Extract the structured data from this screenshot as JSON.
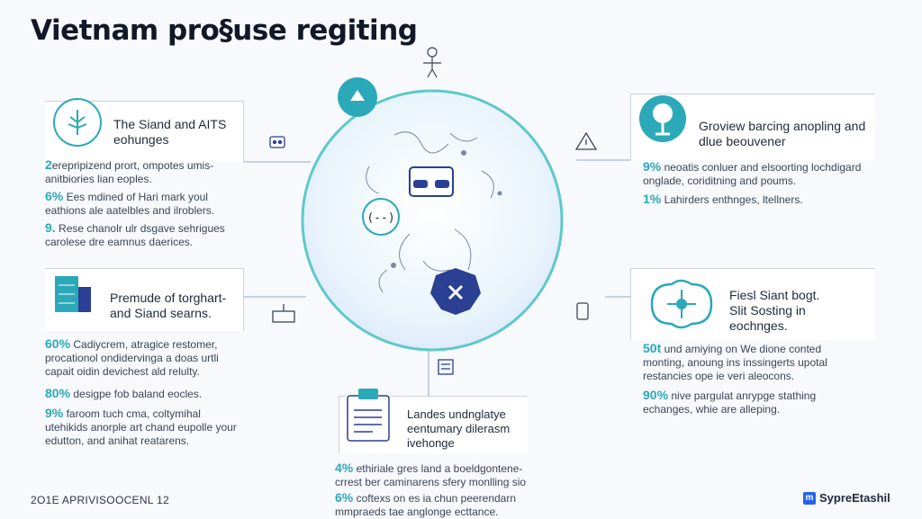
{
  "title": "Vietnam pro§use regiting",
  "footer": {
    "left": "2O1E APRIVISOOCENL 12",
    "brand": "SypreEtashil",
    "brand_logo": "m"
  },
  "colors": {
    "teal": "#2ba9b8",
    "navy": "#2b3f93",
    "line": "#b8c4d3",
    "circle_edge": "#5ec9c9"
  },
  "cards": [
    {
      "id": "top-left",
      "icon": "tree-icon",
      "title": [
        "The Siand and AITS",
        "eohunges"
      ],
      "stats": [
        {
          "pct": "2",
          "text": [
            "erepripizend prort, ompotes umis-",
            "anitbiories lian eoples."
          ]
        },
        {
          "pct": "6%",
          "text": [
            "Ees mdined of Hari mark youl",
            "eathions ale aatelbles and ilroblers."
          ]
        },
        {
          "pct": "9.",
          "text": [
            "Rese chanolr ulr dsgave sehrigues",
            "carolese dre eamnus daerices."
          ]
        }
      ]
    },
    {
      "id": "mid-left",
      "icon": "building-icon",
      "title": [
        "Premude of torghart-",
        "and Siand searns."
      ],
      "stats": [
        {
          "pct": "60%",
          "text": [
            "Cadiycrem, atragice restomer,",
            "procationol ondidervinga a doas urtli",
            "capait oidin devichest ald relulty."
          ]
        },
        {
          "pct": "80%",
          "text": [
            "desigpe fob baland eocles."
          ]
        },
        {
          "pct": "9%",
          "text": [
            "faroom tuch cma, coltymihal",
            "utehikids anorple art chand eupolle your",
            "edutton, and anihat reatarens."
          ]
        }
      ]
    },
    {
      "id": "top-right",
      "icon": "globe-stand-icon",
      "title": [
        "Groview barcing anopling and",
        "dlue beouvener"
      ],
      "stats": [
        {
          "pct": "9%",
          "text": [
            "neoatis conluer and elsoorting lochdigard",
            "onglade, coriditning and poums."
          ]
        },
        {
          "pct": "1%",
          "text": [
            "Lahirders enthnges, ltellners."
          ]
        }
      ]
    },
    {
      "id": "mid-right",
      "icon": "compass-badge-icon",
      "title": [
        "Fiesl Siant bogt.",
        "Slit Sosting in",
        "eochnges."
      ],
      "stats": [
        {
          "pct": "50t",
          "text": [
            "und amiying on We dione conted",
            "monting, anoung ins inssingerts upotal",
            "restancies ope ie veri aleocons."
          ]
        },
        {
          "pct": "90%",
          "text": [
            "nive pargulat anrypge stathing",
            "echanges, whie are alleping."
          ]
        }
      ]
    },
    {
      "id": "bottom",
      "icon": "document-icon",
      "title": [
        "Landes undnglatye",
        "eentumary dilerasm",
        "ivehonge"
      ],
      "stats": [
        {
          "pct": "4%",
          "text": [
            "ethiriale gres land a boeldgontene-",
            "crrest ber caminarens sfery monlling sio"
          ]
        },
        {
          "pct": "6%",
          "text": [
            "coftexs on es ia chun peerendarn",
            "mmpraeds tae anglonge ecttance."
          ]
        }
      ]
    }
  ],
  "hub_icons": [
    "leaf-icon",
    "goggles-icon",
    "code-brackets-icon",
    "shield-x-icon"
  ]
}
